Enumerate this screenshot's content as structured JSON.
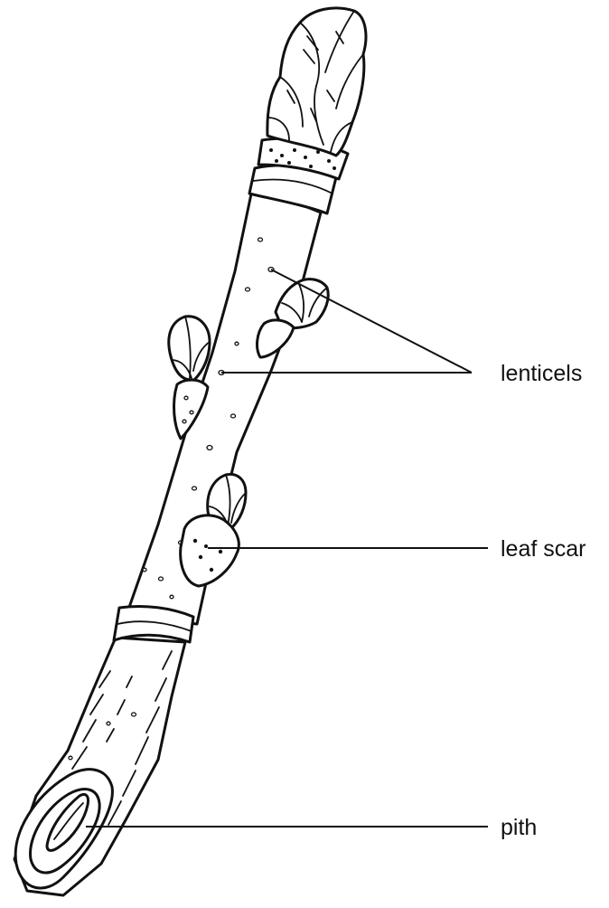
{
  "labels": {
    "lenticels": "lenticels",
    "leaf_scar": "leaf scar",
    "pith": "pith"
  },
  "colors": {
    "ink": "#111111",
    "background": "#ffffff"
  }
}
